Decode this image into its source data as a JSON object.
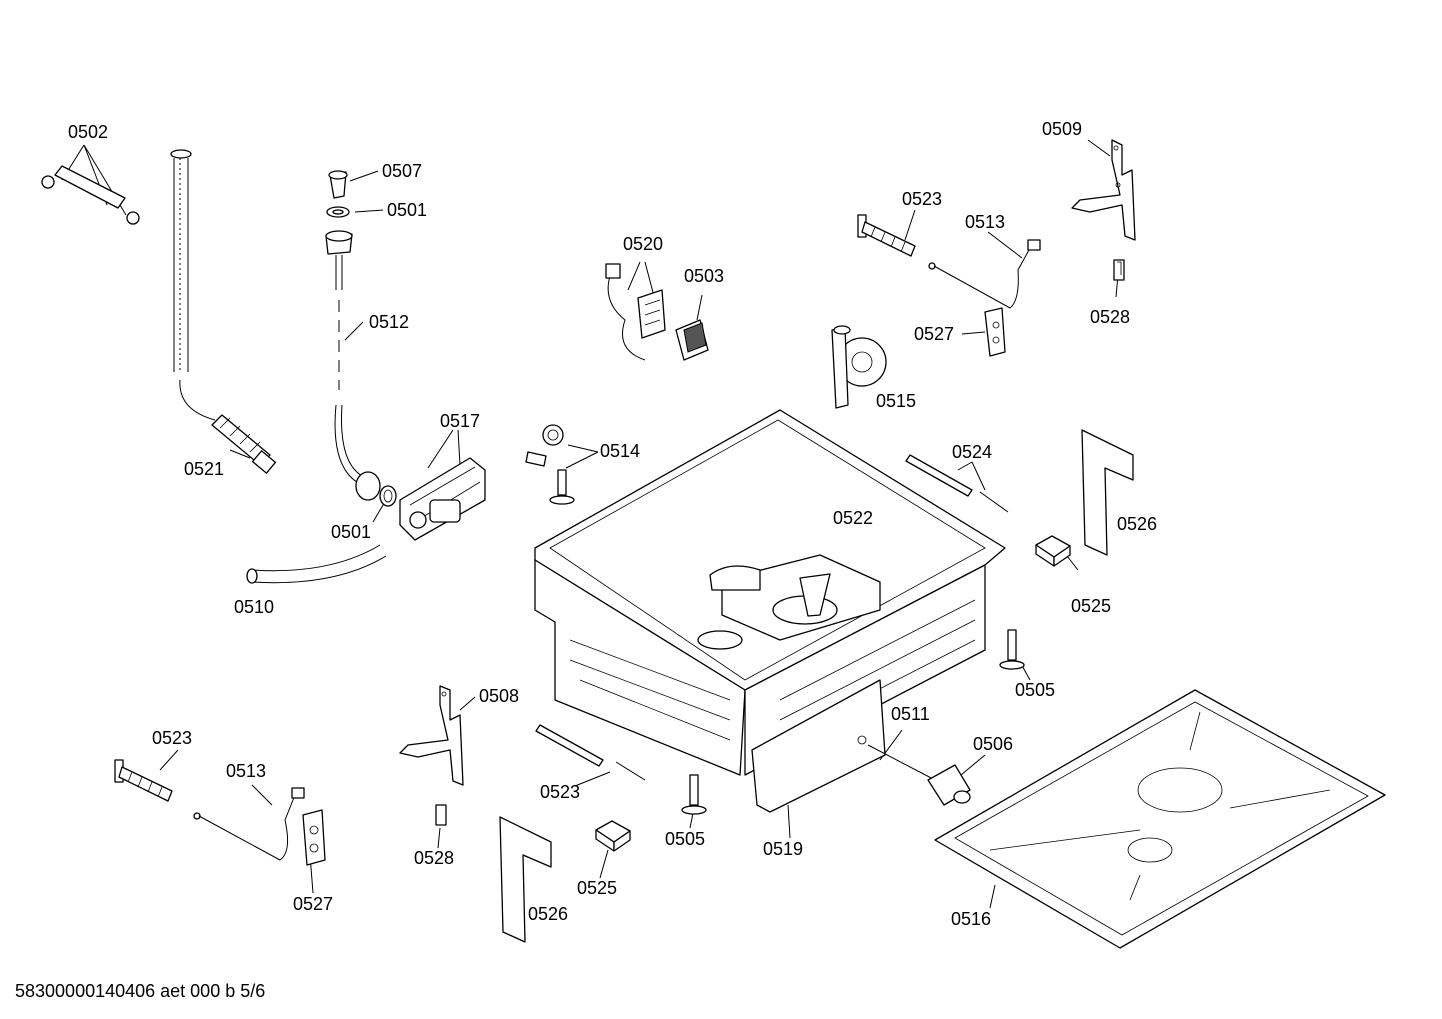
{
  "labels": {
    "l0502": "0502",
    "l0507": "0507",
    "l0501a": "0501",
    "l0512": "0512",
    "l0521": "0521",
    "l0517": "0517",
    "l0501b": "0501",
    "l0510": "0510",
    "l0520": "0520",
    "l0503": "0503",
    "l0514": "0514",
    "l0522": "0522",
    "l0523a": "0523",
    "l0513a": "0513",
    "l0527a": "0527",
    "l0515": "0515",
    "l0509": "0509",
    "l0528a": "0528",
    "l0524": "0524",
    "l0526a": "0526",
    "l0525a": "0525",
    "l0505a": "0505",
    "l0511": "0511",
    "l0506": "0506",
    "l0508": "0508",
    "l0523b": "0523",
    "l0513b": "0513",
    "l0527b": "0527",
    "l0528b": "0528",
    "l0523c": "0523",
    "l0505b": "0505",
    "l0519": "0519",
    "l0525b": "0525",
    "l0526b": "0526",
    "l0516": "0516"
  },
  "footer": "58300000140406 aet 000 b 5/6"
}
